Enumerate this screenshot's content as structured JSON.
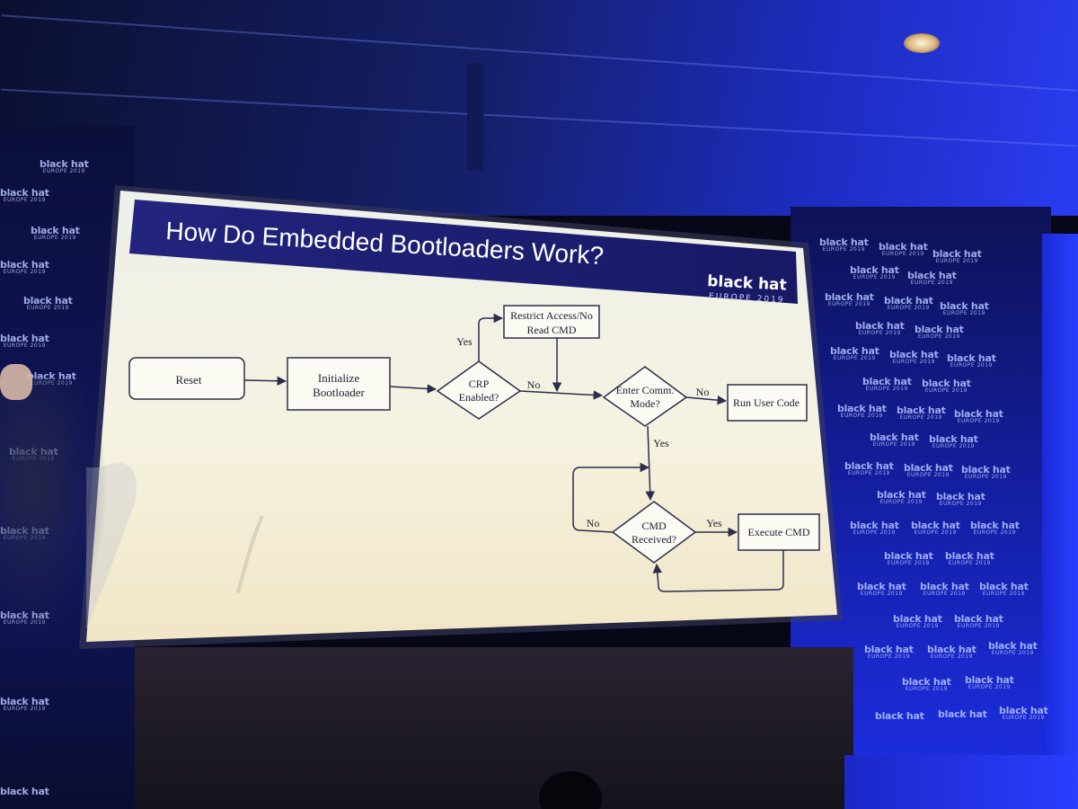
{
  "slide": {
    "title": "How Do Embedded Bootloaders Work?",
    "logo_text": "black hat",
    "logo_sub": "EUROPE 2019"
  },
  "flowchart": {
    "nodes": {
      "reset": "Reset",
      "init_line1": "Initialize",
      "init_line2": "Bootloader",
      "crp_line1": "CRP",
      "crp_line2": "Enabled?",
      "restrict_line1": "Restrict Access/No",
      "restrict_line2": "Read CMD",
      "enter_line1": "Enter Comm.",
      "enter_line2": "Mode?",
      "run_user": "Run User Code",
      "cmd_line1": "CMD",
      "cmd_line2": "Received?",
      "execute": "Execute CMD"
    },
    "edge_labels": {
      "crp_yes": "Yes",
      "crp_no": "No",
      "enter_no": "No",
      "enter_yes": "Yes",
      "cmd_no": "No",
      "cmd_yes": "Yes"
    }
  },
  "colors": {
    "title_bar": "#1c1e7a",
    "slide_bg": "#f4f1e2",
    "flow_stroke": "#2c2c4c",
    "wall_blue": "#1a28c8"
  }
}
